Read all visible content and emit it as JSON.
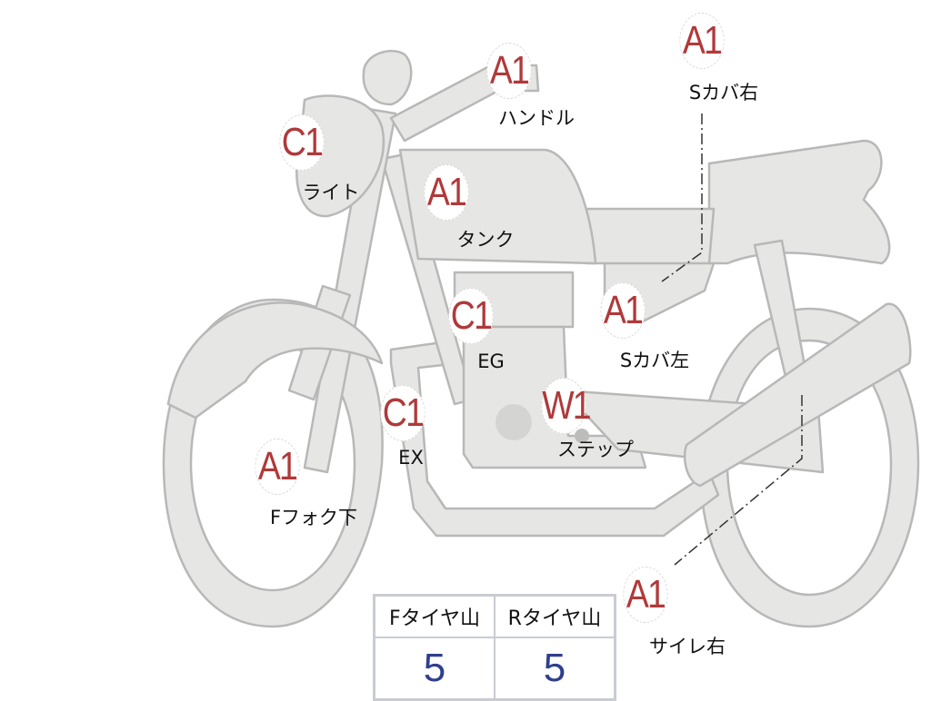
{
  "colors": {
    "body_fill": "#e6e6e4",
    "body_stroke": "#b8b8b8",
    "grade_red": "#b0393a",
    "value_blue": "#2e3f8f"
  },
  "parts": [
    {
      "grade": "A1",
      "name": "ハンドル"
    },
    {
      "grade": "A1",
      "name": "Sカバ右"
    },
    {
      "grade": "C1",
      "name": "ライト"
    },
    {
      "grade": "A1",
      "name": "タンク"
    },
    {
      "grade": "C1",
      "name": "EG"
    },
    {
      "grade": "A1",
      "name": "Sカバ左"
    },
    {
      "grade": "C1",
      "name": "EX"
    },
    {
      "grade": "W1",
      "name": "ステップ"
    },
    {
      "grade": "A1",
      "name": "Fフォク下"
    },
    {
      "grade": "A1",
      "name": "サイレ右"
    }
  ],
  "tires": {
    "front_label": "Fタイヤ山",
    "rear_label": "Rタイヤ山",
    "front_value": "5",
    "rear_value": "5"
  }
}
